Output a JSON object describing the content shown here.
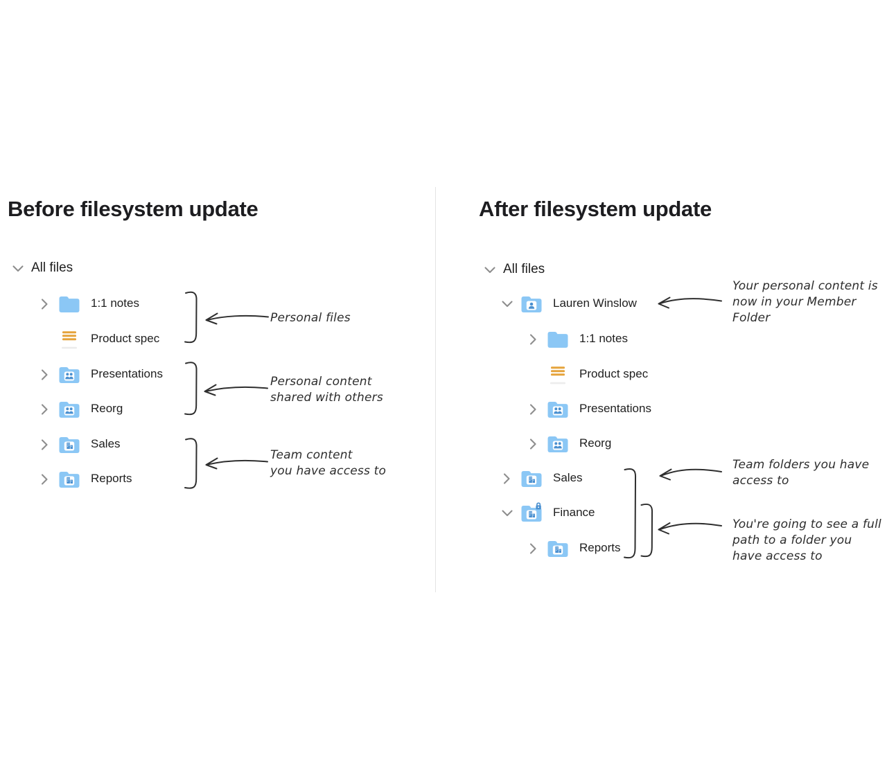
{
  "colors": {
    "folder_blue": "#8bc7f5",
    "glyph_blue": "#4a90d0",
    "paper_orange": "#e5a33b",
    "annotation_ink": "#2d2d2d",
    "chevron_gray": "#8d8d8d",
    "divider_gray": "#e3e3e3",
    "text_dark": "#1e1e1e"
  },
  "panels": {
    "left": {
      "title": "Before filesystem update",
      "tree": {
        "root_label": "All files",
        "root_chevron": "expanded",
        "items": [
          {
            "label": "1:1 notes",
            "icon": "folder",
            "chevron": "collapsed",
            "level": 1
          },
          {
            "label": "Product spec",
            "icon": "paper-doc",
            "chevron": "none",
            "level": 1
          },
          {
            "label": "Presentations",
            "icon": "shared-folder",
            "chevron": "collapsed",
            "level": 1
          },
          {
            "label": "Reorg",
            "icon": "shared-folder",
            "chevron": "collapsed",
            "level": 1
          },
          {
            "label": "Sales",
            "icon": "team-folder",
            "chevron": "collapsed",
            "level": 1
          },
          {
            "label": "Reports",
            "icon": "team-folder",
            "chevron": "collapsed",
            "level": 1
          }
        ]
      },
      "annotations": [
        {
          "lines": [
            "Personal files"
          ]
        },
        {
          "lines": [
            "Personal content",
            "shared with others"
          ]
        },
        {
          "lines": [
            "Team content",
            "you have access to"
          ]
        }
      ]
    },
    "right": {
      "title": "After filesystem update",
      "tree": {
        "root_label": "All files",
        "root_chevron": "expanded",
        "items": [
          {
            "label": "Lauren Winslow",
            "icon": "member-folder",
            "chevron": "expanded",
            "level": 1
          },
          {
            "label": "1:1 notes",
            "icon": "folder",
            "chevron": "collapsed",
            "level": 2
          },
          {
            "label": "Product spec",
            "icon": "paper-doc",
            "chevron": "none",
            "level": 2
          },
          {
            "label": "Presentations",
            "icon": "shared-folder",
            "chevron": "collapsed",
            "level": 2
          },
          {
            "label": "Reorg",
            "icon": "shared-folder",
            "chevron": "collapsed",
            "level": 2
          },
          {
            "label": "Sales",
            "icon": "team-folder",
            "chevron": "collapsed",
            "level": 1
          },
          {
            "label": "Finance",
            "icon": "team-folder-locked",
            "chevron": "expanded",
            "level": 1
          },
          {
            "label": "Reports",
            "icon": "team-folder",
            "chevron": "collapsed",
            "level": 2
          }
        ]
      },
      "annotations": [
        {
          "lines": [
            "Your personal content is",
            "now in your Member",
            "Folder"
          ]
        },
        {
          "lines": [
            "Team folders you have",
            "access to"
          ]
        },
        {
          "lines": [
            "You're going to see a full",
            "path to a folder you",
            "have access to"
          ]
        }
      ]
    }
  }
}
